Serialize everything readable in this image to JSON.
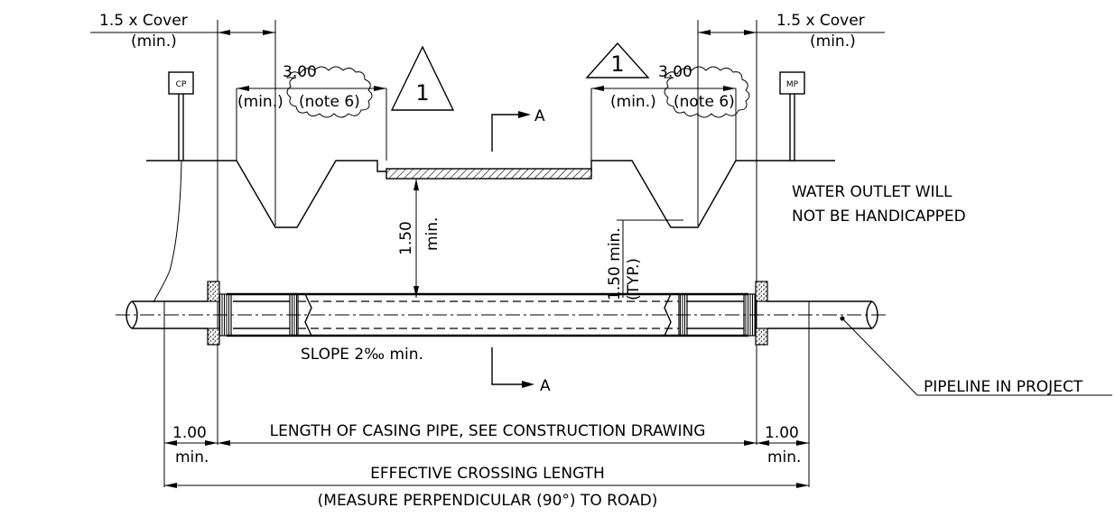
{
  "labels": {
    "cover_left": "1.5 x Cover",
    "cover_left_min": "(min.)",
    "cover_right": "1.5 x Cover",
    "cover_right_min": "(min.)",
    "cp": "CP",
    "mp": "MP",
    "ditch_left_value": "3.00",
    "ditch_left_min": "(min.)",
    "ditch_left_note": "(note 6)",
    "ditch_right_value": "3.00",
    "ditch_right_min": "(min.)",
    "ditch_right_note": "(note 6)",
    "revision_left": "1",
    "revision_right": "1",
    "section_a_top": "A",
    "section_a_bottom": "A",
    "depth_value": "1.50",
    "depth_min": "min.",
    "depth_typ_value": "1.50 min.",
    "depth_typ_note": "(TYP.)",
    "water_outlet_line1": "WATER OUTLET WILL",
    "water_outlet_line2": "NOT BE HANDICAPPED",
    "slope": "SLOPE 2‰ min.",
    "pipeline": "PIPELINE IN PROJECT",
    "left_extension_value": "1.00",
    "left_extension_min": "min.",
    "casing_length": "LENGTH OF CASING PIPE, SEE CONSTRUCTION DRAWING",
    "right_extension_value": "1.00",
    "right_extension_min": "min.",
    "effective_length": "EFFECTIVE CROSSING LENGTH",
    "measure_note": "(MEASURE PERPENDICULAR (90°) TO ROAD)"
  }
}
